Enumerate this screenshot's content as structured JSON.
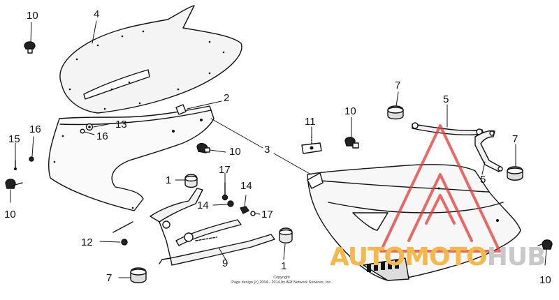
{
  "callouts": {
    "c10_topleft": "10",
    "c4": "4",
    "c2": "2",
    "c13": "13",
    "c16_a": "16",
    "c16_b": "16",
    "c15": "15",
    "c10_left": "10",
    "c10_mid": "10",
    "c3": "3",
    "c11": "11",
    "c10_center": "10",
    "c7_top": "7",
    "c5_top": "5",
    "c5_right": "5",
    "c7_right": "7",
    "c1_top": "1",
    "c17_top": "17",
    "c14_left": "14",
    "c14_right": "14",
    "c17_right": "17",
    "c12": "12",
    "c9": "9",
    "c1_bottom": "1",
    "c7_bottom": "7",
    "c10_bottomright": "10"
  },
  "copyright": {
    "line1": "Copyright",
    "line2": "Page design (c) 2004 - 2014 by ARI Network Services, Inc."
  },
  "watermark": {
    "part1": "AUTO",
    "part2": "MOTO",
    "part3": "HUB",
    "color_auto": "#f5b84a",
    "color_hub": "#c8c8c8",
    "logo_color": "#e53935"
  }
}
